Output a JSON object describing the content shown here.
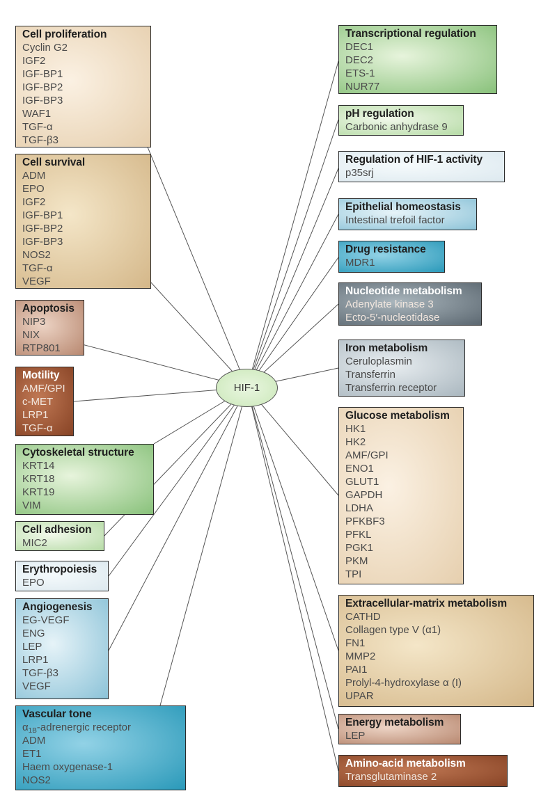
{
  "hub": "HIF-1",
  "palette": {
    "tan": [
      "#fbf1e3",
      "#e6cfae"
    ],
    "tan2": [
      "#f4e6c8",
      "#d4b789"
    ],
    "pinkbrown": [
      "#ecd3c4",
      "#b88870"
    ],
    "brown": [
      "#c07854",
      "#874325"
    ],
    "green": [
      "#e7f4dc",
      "#88c17a"
    ],
    "green2": [
      "#f1f8ea",
      "#b6dba6"
    ],
    "lightblue": [
      "#f5fafc",
      "#dde9ef"
    ],
    "blue": [
      "#e6f3f8",
      "#8cc3d8"
    ],
    "teal": [
      "#92d2e6",
      "#2a99b9"
    ],
    "slate": [
      "#aab6bd",
      "#5b6770"
    ],
    "gray": [
      "#e9eef1",
      "#aab7bf"
    ],
    "outline": "#2b2b2b",
    "line": "#555555"
  },
  "groups": [
    {
      "title": "Cell proliferation",
      "items": [
        "Cyclin G2",
        "IGF2",
        "IGF-BP1",
        "IGF-BP2",
        "IGF-BP3",
        "WAF1",
        "TGF-α",
        "TGF-β3"
      ],
      "fill": "tan",
      "dark": false
    },
    {
      "title": "Cell survival",
      "items": [
        "ADM",
        "EPO",
        "IGF2",
        "IGF-BP1",
        "IGF-BP2",
        "IGF-BP3",
        "NOS2",
        "TGF-α",
        "VEGF"
      ],
      "fill": "tan2",
      "dark": false
    },
    {
      "title": "Apoptosis",
      "items": [
        "NIP3",
        "NIX",
        "RTP801"
      ],
      "fill": "pinkbrown",
      "dark": false
    },
    {
      "title": "Motility",
      "items": [
        "AMF/GPI",
        "c-MET",
        "LRP1",
        "TGF-α"
      ],
      "fill": "brown",
      "dark": true
    },
    {
      "title": "Cytoskeletal structure",
      "items": [
        "KRT14",
        "KRT18",
        "KRT19",
        "VIM"
      ],
      "fill": "green",
      "dark": false
    },
    {
      "title": "Cell adhesion",
      "items": [
        "MIC2"
      ],
      "fill": "green2",
      "dark": false
    },
    {
      "title": "Erythropoiesis",
      "items": [
        "EPO"
      ],
      "fill": "lightblue",
      "dark": false
    },
    {
      "title": "Angiogenesis",
      "items": [
        "EG-VEGF",
        "ENG",
        "LEP",
        "LRP1",
        "TGF-β3",
        "VEGF"
      ],
      "fill": "blue",
      "dark": false
    },
    {
      "title": "Vascular tone",
      "items": [
        "α1B-adrenergic receptor",
        "ADM",
        "ET1",
        "Haem oxygenase-1",
        "NOS2"
      ],
      "fill": "teal",
      "dark": false
    },
    {
      "title": "Transcriptional regulation",
      "items": [
        "DEC1",
        "DEC2",
        "ETS-1",
        "NUR77"
      ],
      "fill": "green",
      "dark": false
    },
    {
      "title": "pH regulation",
      "items": [
        "Carbonic anhydrase 9"
      ],
      "fill": "green2",
      "dark": false
    },
    {
      "title": "Regulation of HIF-1 activity",
      "items": [
        "p35srj"
      ],
      "fill": "lightblue",
      "dark": false
    },
    {
      "title": "Epithelial homeostasis",
      "items": [
        "Intestinal trefoil factor"
      ],
      "fill": "blue",
      "dark": false
    },
    {
      "title": "Drug resistance",
      "items": [
        "MDR1"
      ],
      "fill": "teal",
      "dark": false
    },
    {
      "title": "Nucleotide metabolism",
      "items": [
        "Adenylate kinase 3",
        "Ecto-5′-nucleotidase"
      ],
      "fill": "slate",
      "dark": true
    },
    {
      "title": "Iron metabolism",
      "items": [
        "Ceruloplasmin",
        "Transferrin",
        "Transferrin receptor"
      ],
      "fill": "gray",
      "dark": false
    },
    {
      "title": "Glucose metabolism",
      "items": [
        "HK1",
        "HK2",
        "AMF/GPI",
        "ENO1",
        "GLUT1",
        "GAPDH",
        "LDHA",
        "PFKBF3",
        "PFKL",
        "PGK1",
        "PKM",
        "TPI"
      ],
      "fill": "tan",
      "dark": false
    },
    {
      "title": "Extracellular-matrix metabolism",
      "items": [
        "CATHD",
        "Collagen type V (α1)",
        "FN1",
        "MMP2",
        "PAI1",
        "Prolyl-4-hydroxylase α (I)",
        "UPAR"
      ],
      "fill": "tan2",
      "dark": false
    },
    {
      "title": "Energy metabolism",
      "items": [
        "LEP"
      ],
      "fill": "pinkbrown",
      "dark": false
    },
    {
      "title": "Amino-acid metabolism",
      "items": [
        "Transglutaminase 2"
      ],
      "fill": "brown",
      "dark": true
    }
  ]
}
